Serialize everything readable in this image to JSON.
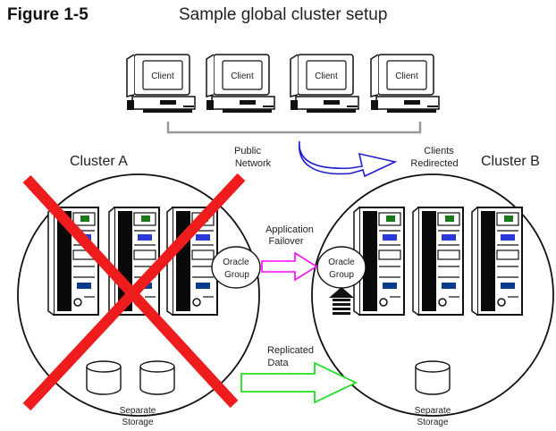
{
  "figure": {
    "label": "Figure 1-5",
    "title": "Sample global cluster setup"
  },
  "clients": [
    "Client",
    "Client",
    "Client",
    "Client"
  ],
  "network": {
    "public_line1": "Public",
    "public_line2": "Network",
    "redirect_line1": "Clients",
    "redirect_line2": "Redirected"
  },
  "cluster_a": {
    "title": "Cluster A",
    "group_line1": "Oracle",
    "group_line2": "Group",
    "storage_line1": "Separate",
    "storage_line2": "Storage",
    "failed": true
  },
  "cluster_b": {
    "title": "Cluster B",
    "group_line1": "Oracle",
    "group_line2": "Group",
    "storage_line1": "Separate",
    "storage_line2": "Storage"
  },
  "failover": {
    "line1": "Application",
    "line2": "Failover"
  },
  "replication": {
    "line1": "Replicated",
    "line2": "Data"
  },
  "colors": {
    "failure_x": "#ee1c1c",
    "failover_arrow": "#ff00ff",
    "redirect_arrow": "#1d1dd8",
    "replication_arrow": "#22dd22",
    "network_line": "#999999"
  }
}
